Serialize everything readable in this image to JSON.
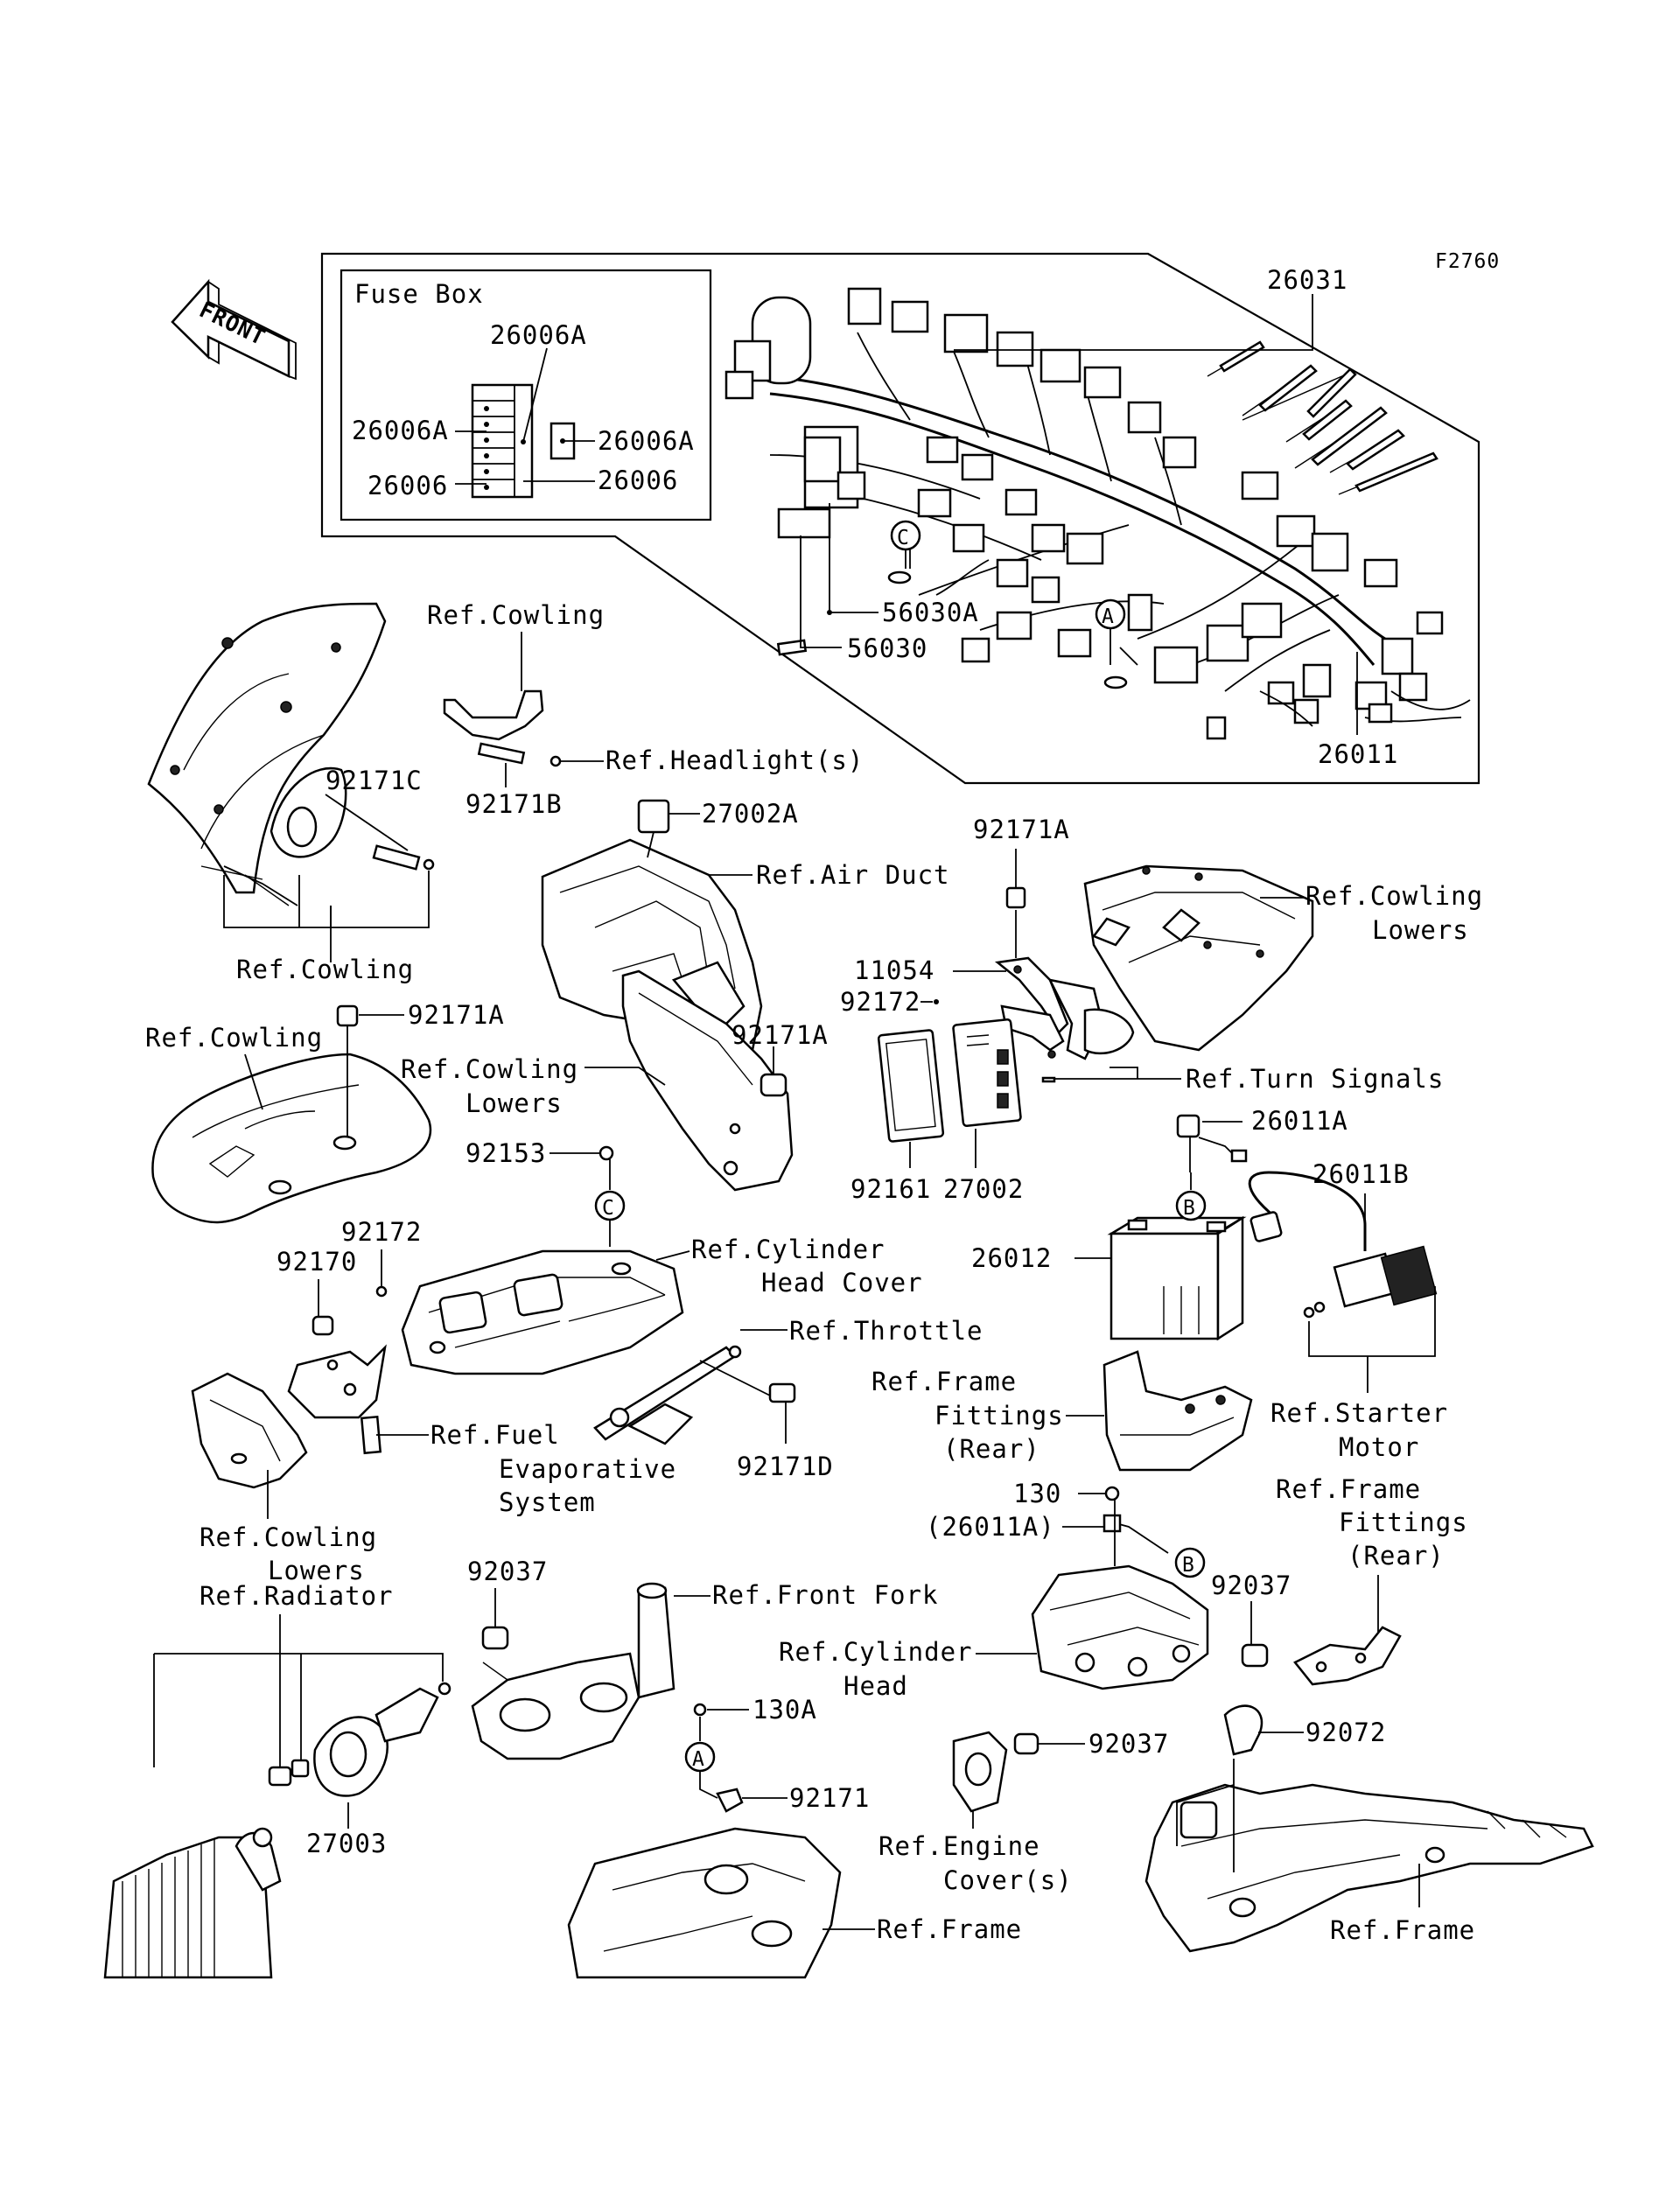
{
  "figure_id": "F2760",
  "front_label": "FRONT",
  "fuse_box": {
    "title": "Fuse Box",
    "top_label": "26006A",
    "left_upper": "26006A",
    "right_upper": "26006A",
    "left_lower": "26006",
    "right_lower": "26006"
  },
  "harness": {
    "main": "26031",
    "sub": "26011",
    "tape_a": "56030A",
    "tape": "56030",
    "marker_c": "C",
    "marker_a": "A"
  },
  "labels": {
    "ref_cowling_top": "Ref.Cowling",
    "ref_headlights": "Ref.Headlight(s)",
    "p92171C": "92171C",
    "p92171B": "92171B",
    "ref_cowling_left": "Ref.Cowling",
    "p27002A": "27002A",
    "ref_air_duct": "Ref.Air Duct",
    "p92171A_top": "92171A",
    "ref_cowling_lowers_right_1": "Ref.Cowling",
    "ref_cowling_lowers_right_2": "Lowers",
    "p11054": "11054",
    "p92172_mid": "92172",
    "ref_turn_signals": "Ref.Turn Signals",
    "p92171A_left": "92171A",
    "ref_cowling_mid": "Ref.Cowling",
    "ref_cowling_lowers_mid_1": "Ref.Cowling",
    "ref_cowling_lowers_mid_2": "Lowers",
    "p92171A_mid": "92171A",
    "p92153": "92153",
    "marker_c": "C",
    "p92161": "92161",
    "p27002": "27002",
    "p26011A": "26011A",
    "marker_b_top": "B",
    "p26011B": "26011B",
    "ref_cyl_head_cover_1": "Ref.Cylinder",
    "ref_cyl_head_cover_2": "Head Cover",
    "p26012": "26012",
    "p92172_left": "92172",
    "p92170": "92170",
    "ref_throttle": "Ref.Throttle",
    "ref_frame_fittings_1": "Ref.Frame",
    "ref_frame_fittings_2": "Fittings",
    "ref_frame_fittings_3": "(Rear)",
    "ref_starter_1": "Ref.Starter",
    "ref_starter_2": "Motor",
    "ref_fuel_1": "Ref.Fuel",
    "ref_fuel_2": "Evaporative",
    "ref_fuel_3": "System",
    "p92171D": "92171D",
    "p130": "130",
    "p26011A_paren": "(26011A)",
    "marker_b_bottom": "B",
    "ref_frame_fittings2_1": "Ref.Frame",
    "ref_frame_fittings2_2": "Fittings",
    "ref_frame_fittings2_3": "(Rear)",
    "ref_cowling_lowers_bl_1": "Ref.Cowling",
    "ref_cowling_lowers_bl_2": "Lowers",
    "ref_radiator": "Ref.Radiator",
    "p92037_left": "92037",
    "ref_front_fork": "Ref.Front Fork",
    "ref_cyl_head_1": "Ref.Cylinder",
    "ref_cyl_head_2": "Head",
    "p92037_right": "92037",
    "p130A": "130A",
    "marker_a_bottom": "A",
    "p92037_mid": "92037",
    "p92072": "92072",
    "p27003": "27003",
    "p92171": "92171",
    "ref_engine_cover_1": "Ref.Engine",
    "ref_engine_cover_2": "Cover(s)",
    "ref_frame_mid": "Ref.Frame",
    "ref_frame_right": "Ref.Frame"
  }
}
